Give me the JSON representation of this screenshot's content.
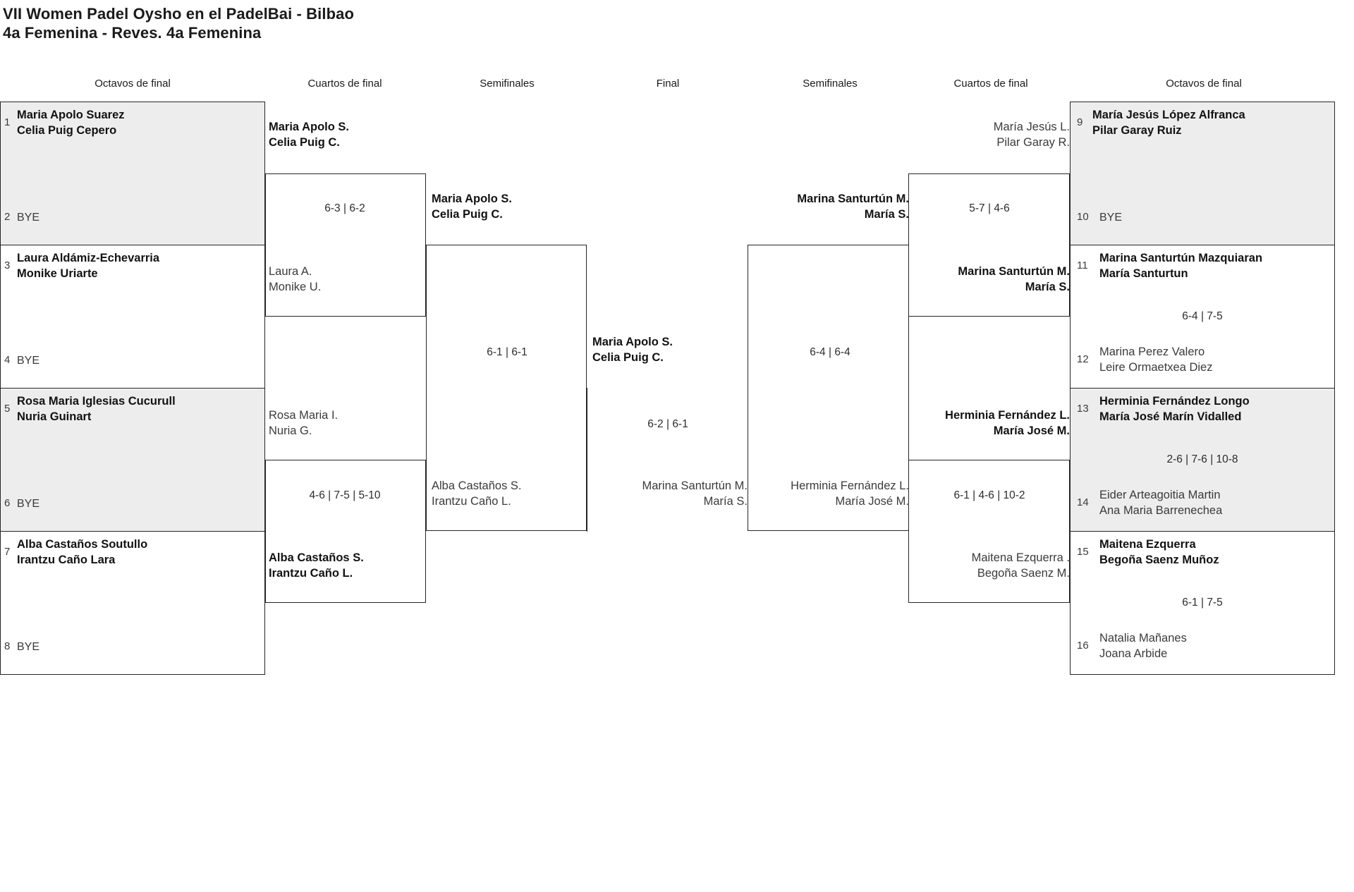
{
  "header": {
    "title_line1": "VII Women Padel Oysho en el PadelBai - Bilbao",
    "title_line2": "4a Femenina - Reves. 4a Femenina"
  },
  "round_headers": [
    {
      "label": "Octavos de final",
      "name": "round-header-octavos-left"
    },
    {
      "label": "Cuartos de final",
      "name": "round-header-cuartos-left"
    },
    {
      "label": "Semifinales",
      "name": "round-header-semifinales-left"
    },
    {
      "label": "Final",
      "name": "round-header-final"
    },
    {
      "label": "Semifinales",
      "name": "round-header-semifinales-right"
    },
    {
      "label": "Cuartos de final",
      "name": "round-header-cuartos-right"
    },
    {
      "label": "Octavos de final",
      "name": "round-header-octavos-right"
    }
  ],
  "left_octavos": [
    {
      "seed": "1",
      "line1": "Maria Apolo Suarez",
      "line2": "Celia Puig Cepero",
      "status": "win"
    },
    {
      "seed": "2",
      "line1": "BYE",
      "line2": "",
      "status": "bye"
    },
    {
      "seed": "3",
      "line1": "Laura Aldámiz-Echevarria",
      "line2": "Monike Uriarte",
      "status": "win"
    },
    {
      "seed": "4",
      "line1": "BYE",
      "line2": "",
      "status": "bye"
    },
    {
      "seed": "5",
      "line1": "Rosa Maria Iglesias Cucurull",
      "line2": "Nuria Guinart",
      "status": "win"
    },
    {
      "seed": "6",
      "line1": "BYE",
      "line2": "",
      "status": "bye"
    },
    {
      "seed": "7",
      "line1": "Alba Castaños Soutullo",
      "line2": "Irantzu Caño Lara",
      "status": "win"
    },
    {
      "seed": "8",
      "line1": "BYE",
      "line2": "",
      "status": "bye"
    }
  ],
  "right_octavos": [
    {
      "seed": "9",
      "line1": "María Jesús López Alfranca",
      "line2": "Pilar Garay Ruiz",
      "status": "win"
    },
    {
      "seed": "10",
      "line1": "BYE",
      "line2": "",
      "status": "bye"
    },
    {
      "seed": "11",
      "line1": "Marina Santurtún Mazquiaran",
      "line2": "María Santurtun",
      "status": "win"
    },
    {
      "seed": "12",
      "line1": "Marina Perez Valero",
      "line2": "Leire Ormaetxea Diez",
      "status": "lose"
    },
    {
      "seed": "13",
      "line1": "Herminia Fernández Longo",
      "line2": "María José Marín Vidalled",
      "status": "win"
    },
    {
      "seed": "14",
      "line1": "Eider Arteagoitia Martin",
      "line2": "Ana Maria Barrenechea",
      "status": "lose"
    },
    {
      "seed": "15",
      "line1": "Maitena Ezquerra",
      "line2": "Begoña Saenz Muñoz",
      "status": "win"
    },
    {
      "seed": "16",
      "line1": "Natalia Mañanes",
      "line2": "Joana Arbide",
      "status": "lose"
    }
  ],
  "left_cuartos": [
    {
      "line1": "Maria Apolo S.",
      "line2": "Celia Puig C.",
      "status": "win",
      "score": "6-3 | 6-2"
    },
    {
      "line1": "Laura A.",
      "line2": "Monike U.",
      "status": "lose",
      "score": ""
    },
    {
      "line1": "Rosa Maria I.",
      "line2": "Nuria G.",
      "status": "lose",
      "score": "4-6 | 7-5 | 5-10"
    },
    {
      "line1": "Alba Castaños S.",
      "line2": "Irantzu Caño L.",
      "status": "win",
      "score": ""
    }
  ],
  "left_semis": [
    {
      "line1": "Maria Apolo S.",
      "line2": "Celia Puig C.",
      "status": "win",
      "score": "6-1 | 6-1"
    },
    {
      "line1": "Alba Castaños S.",
      "line2": "Irantzu Caño L.",
      "status": "lose",
      "score": ""
    }
  ],
  "final": {
    "winner_line1": "Maria Apolo S.",
    "winner_line2": "Celia Puig C.",
    "loser_line1": "Marina Santurtún M.",
    "loser_line2": "María S.",
    "score": "6-2 | 6-1"
  },
  "right_semis": [
    {
      "line1": "Marina Santurtún M.",
      "line2": "María S.",
      "status": "win",
      "score": "6-4 | 6-4"
    },
    {
      "line1": "Herminia Fernández L.",
      "line2": "María José M.",
      "status": "lose",
      "score": ""
    }
  ],
  "right_cuartos": [
    {
      "line1": "María Jesús L.",
      "line2": "Pilar Garay R.",
      "status": "lose",
      "score": "5-7 | 4-6"
    },
    {
      "line1": "Marina Santurtún M.",
      "line2": "María S.",
      "status": "win",
      "score": ""
    },
    {
      "line1": "Herminia Fernández L.",
      "line2": "María José M.",
      "status": "win",
      "score": "6-1 | 4-6 | 10-2"
    },
    {
      "line1": "Maitena Ezquerra .",
      "line2": "Begoña Saenz M.",
      "status": "lose",
      "score": ""
    }
  ],
  "right_octavos_scores": [
    {
      "score": "6-4 | 7-5"
    },
    {
      "score": "2-6 | 7-6 | 10-8"
    },
    {
      "score": "6-1 | 7-5"
    }
  ],
  "colors": {
    "shade": "#ededed",
    "border": "#262626",
    "text": "#1a1a1a",
    "muted": "#3b3b3b"
  }
}
